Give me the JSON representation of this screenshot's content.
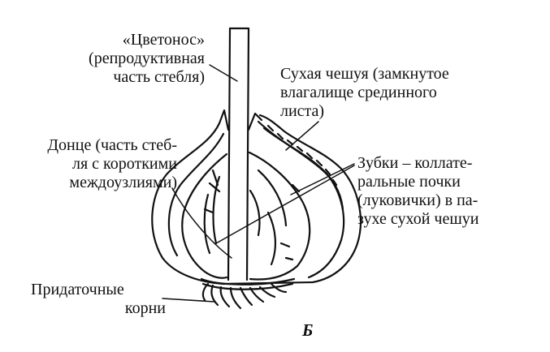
{
  "labels": {
    "tsvetonos": {
      "lines": [
        "«Цветонос»",
        "(репродуктивная",
        "часть стебля)"
      ]
    },
    "dontse": {
      "lines": [
        "Донце (часть стеб-",
        "ля с короткими",
        "междоузлиями)"
      ]
    },
    "sukhaya_cheshuya": {
      "lines": [
        "Сухая чешуя (замкнутое",
        "влагалище срединного",
        "листа)"
      ]
    },
    "zubki": {
      "lines": [
        "Зубки – коллате-",
        "ральные почки",
        "(луковички) в па-",
        "зухе сухой чешуи"
      ]
    },
    "pridatochnye_korni": {
      "lines": [
        "Придаточные",
        "корни"
      ]
    }
  },
  "figure_letter": "Б",
  "colors": {
    "ink": "#111111",
    "background": "#ffffff"
  }
}
